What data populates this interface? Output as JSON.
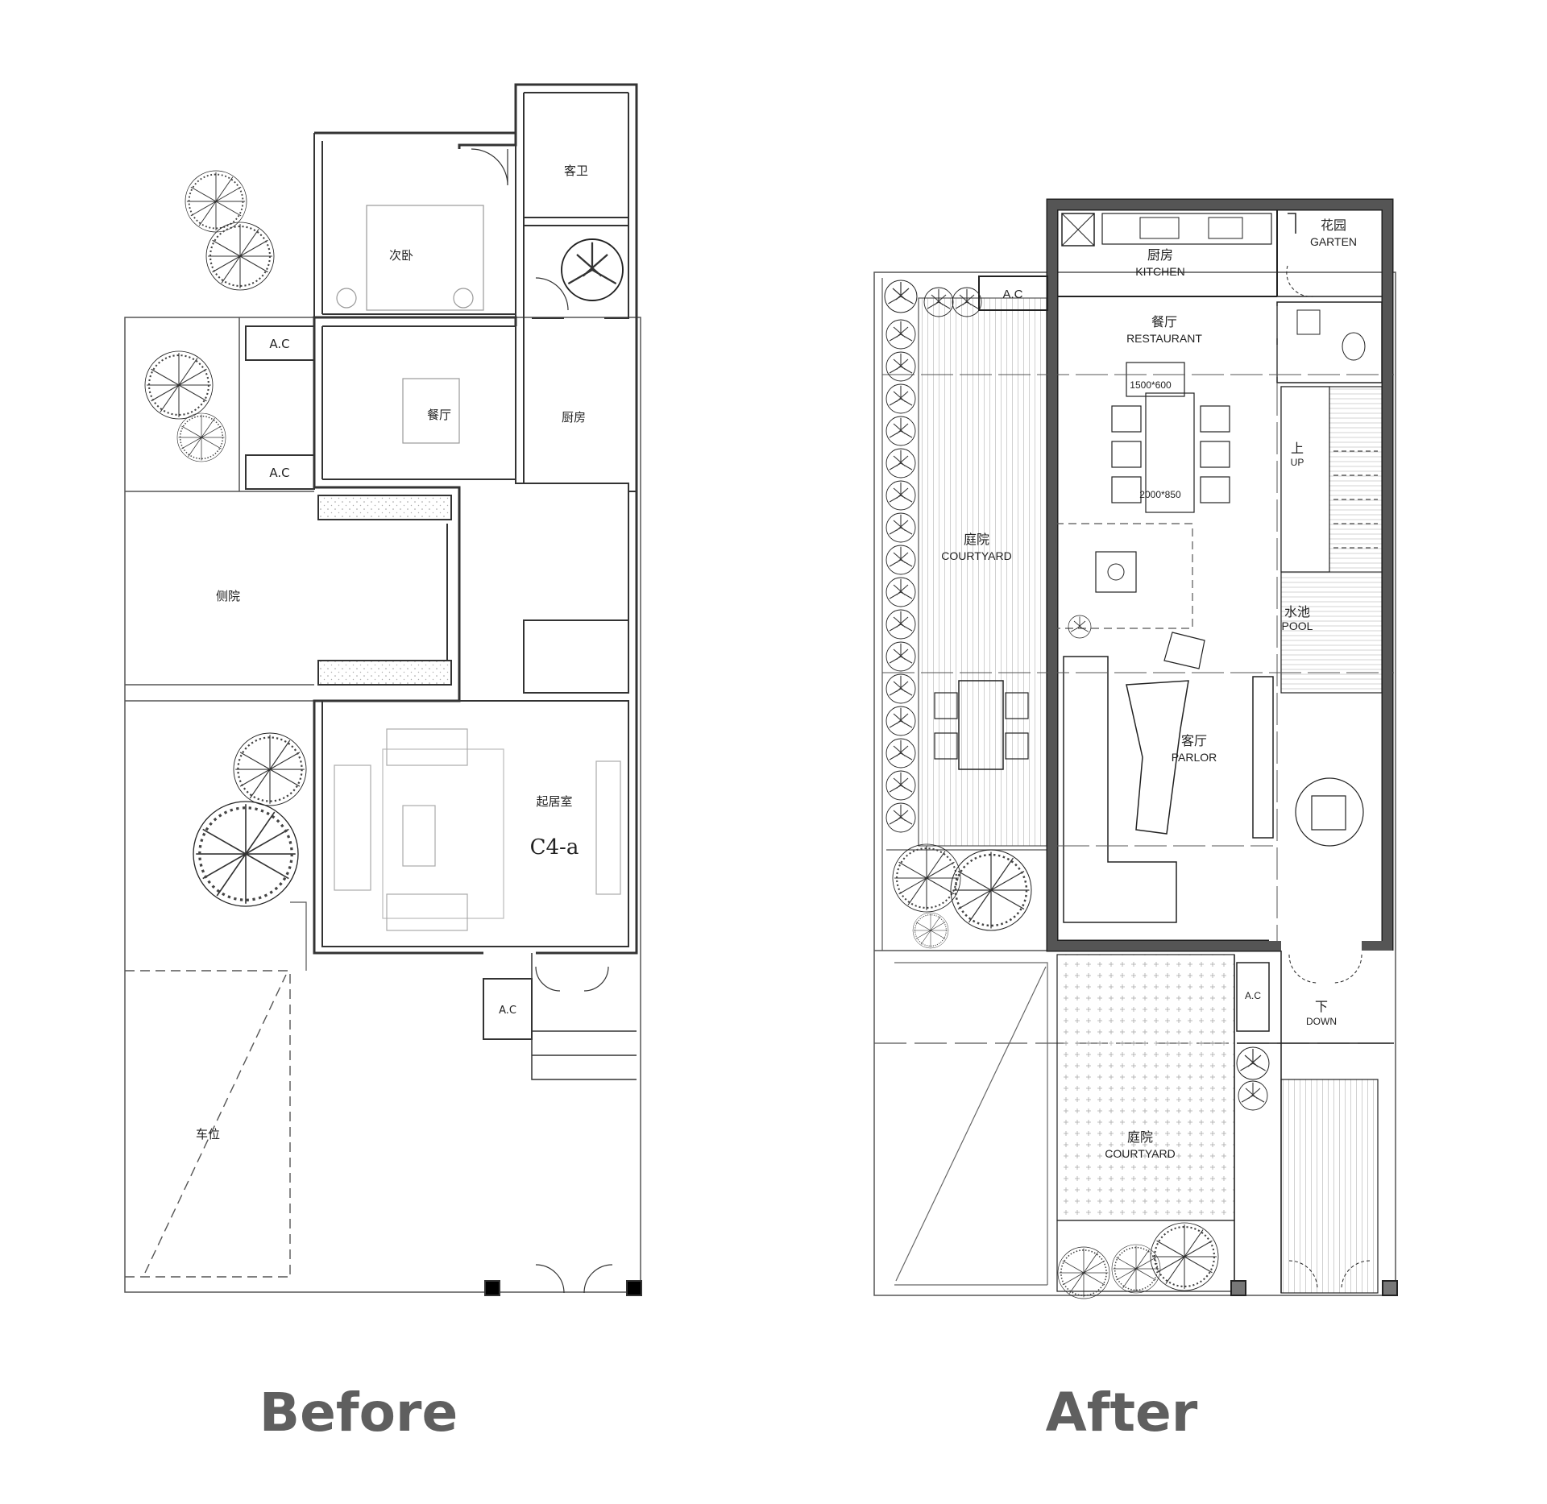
{
  "captions": {
    "before": "Before",
    "after": "After"
  },
  "before_plan": {
    "rooms": {
      "guest_bath": "客卫",
      "second_bedroom": "次卧",
      "dining": "餐厅",
      "kitchen": "厨房",
      "side_yard": "侧院",
      "living": "起居室",
      "unit_code": "C4-a",
      "parking": "车位"
    },
    "ac_labels": [
      "A.C",
      "A.C",
      "A.C"
    ]
  },
  "after_plan": {
    "rooms": {
      "kitchen_cn": "厨房",
      "kitchen_en": "KITCHEN",
      "garden_cn": "花园",
      "garden_en": "GARTEN",
      "restaurant_cn": "餐厅",
      "restaurant_en": "RESTAURANT",
      "courtyard1_cn": "庭院",
      "courtyard1_en": "COURTYARD",
      "pool_cn": "水池",
      "pool_en": "POOL",
      "parlor_cn": "客厅",
      "parlor_en": "PARLOR",
      "courtyard2_cn": "庭院",
      "courtyard2_en": "COURTYARD"
    },
    "stairs": {
      "up_cn": "上",
      "up_en": "UP",
      "down_cn": "下",
      "down_en": "DOWN"
    },
    "dimensions": {
      "island": "1500*600",
      "table": "2000*850"
    },
    "ac_labels": [
      "A.C",
      "A.C"
    ]
  }
}
